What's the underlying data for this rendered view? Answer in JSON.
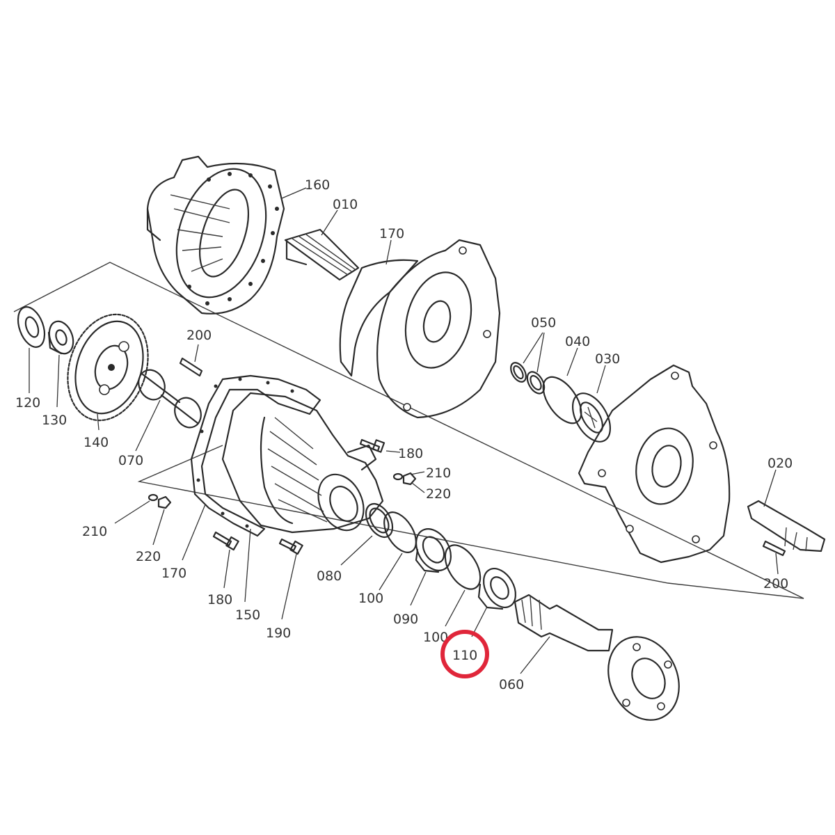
{
  "labels": {
    "l160": "160",
    "l010": "010",
    "l170a": "170",
    "l050": "050",
    "l040": "040",
    "l030": "030",
    "l020": "020",
    "l200a": "200",
    "l200b": "200",
    "l120": "120",
    "l130": "130",
    "l140": "140",
    "l070": "070",
    "l180a": "180",
    "l210a": "210",
    "l220a": "220",
    "l210b": "210",
    "l220b": "220",
    "l170b": "170",
    "l180b": "180",
    "l150": "150",
    "l190": "190",
    "l080": "080",
    "l100a": "100",
    "l090": "090",
    "l100b": "100",
    "l110": "110",
    "l060": "060"
  },
  "highlight": {
    "part": "110",
    "color": "#e0263a"
  }
}
